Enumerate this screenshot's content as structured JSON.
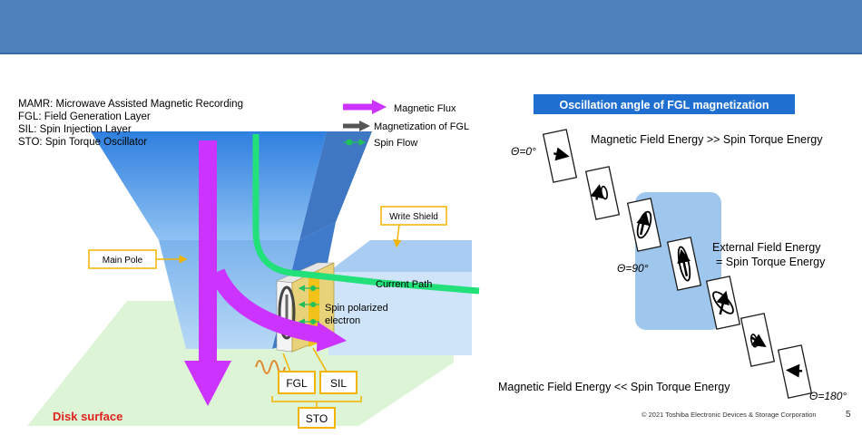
{
  "legend_definitions": [
    "MAMR: Microwave Assisted Magnetic Recording",
    "FGL: Field Generation Layer",
    "SIL: Spin Injection Layer",
    "STO: Spin Torque Oscillator"
  ],
  "arrow_legend": {
    "magnetic_flux": "Magnetic Flux",
    "magnetization_fgl": "Magnetization of FGL",
    "spin_flow": "Spin Flow"
  },
  "labels": {
    "main_pole": "Main Pole",
    "write_shield": "Write Shield",
    "current_path": "Current Path",
    "spin_polarized": "Spin polarized",
    "electron": "electron",
    "fgl": "FGL",
    "sil": "SIL",
    "sto": "STO",
    "disk_surface": "Disk surface"
  },
  "oscillation": {
    "title": "Oscillation angle of FGL magnetization",
    "theta_0": "Θ=0°",
    "theta_90": "Θ=90°",
    "theta_180": "Θ=180°",
    "top_text": "Magnetic Field Energy >> Spin Torque Energy",
    "mid_text_1": "External Field Energy",
    "mid_text_2": "= Spin Torque Energy",
    "bottom_text": "Magnetic Field Energy << Spin Torque Energy"
  },
  "footer": {
    "copyright": "© 2021 Toshiba Electronic Devices & Storage Corporation",
    "page_number": "5"
  },
  "colors": {
    "header": "#4f81bd",
    "flux_arrow": "#cc33ff",
    "current_path": "#22e07a",
    "label_border": "#f2b400",
    "pole_blue": "#4a90d9",
    "disk_green": "#d9f5d2",
    "title_box": "#1f6fd1",
    "highlight_zone": "#7fb3e6"
  }
}
